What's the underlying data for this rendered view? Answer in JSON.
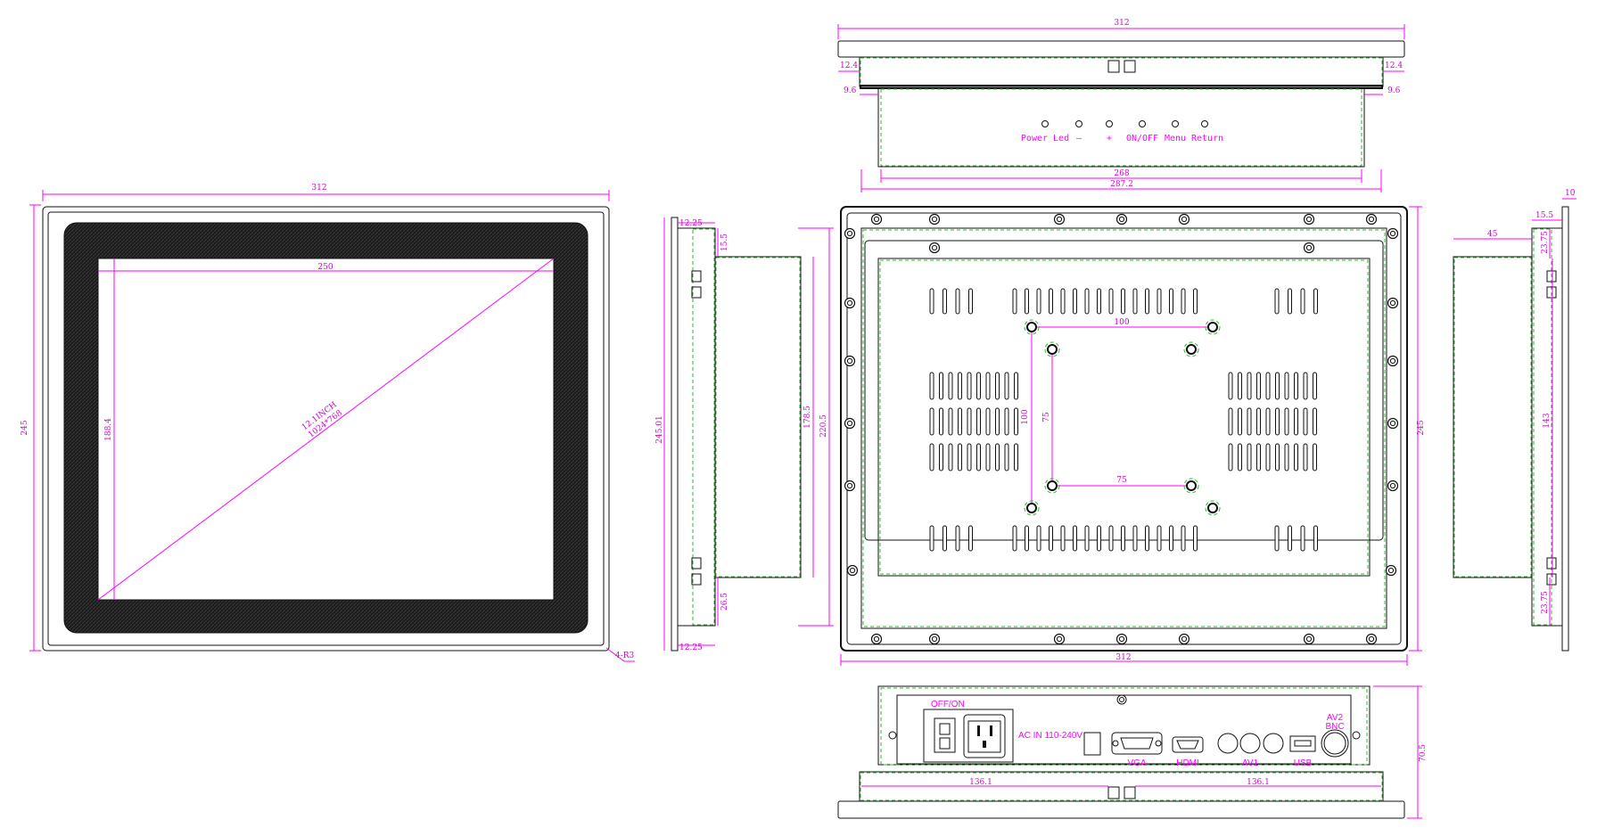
{
  "front": {
    "width": "312",
    "height": "245",
    "screen_w": "250",
    "screen_h": "188.4",
    "diag_1": "12.1INCH",
    "diag_2": "1024*768",
    "corner": "4-R3"
  },
  "side_left": {
    "dim_top": "12.25",
    "dim_bot": "12.25",
    "dim_depth1": "15.5",
    "dim_h_total": "245.01",
    "dim_h1": "220.5",
    "dim_h2": "178.5",
    "dim_bottom": "26.5"
  },
  "top_view": {
    "width": "312",
    "left1": "12.4",
    "right1": "12.4",
    "left2": "9.6",
    "right2": "9.6",
    "w_inner": "268",
    "w_mid": "287.2",
    "buttons": [
      "Power Led",
      "—",
      "+",
      "ON/OFF",
      "Menu",
      "Return"
    ]
  },
  "rear": {
    "width": "312",
    "height": "245",
    "vesa100_h": "100",
    "vesa100_v": "100",
    "vesa75_h": "75",
    "vesa75_v": "75"
  },
  "side_right": {
    "dim_10": "10",
    "dim_15": "15.5",
    "dim_45": "45",
    "dim_23a": "23.75",
    "dim_143": "143",
    "dim_23b": "23.75"
  },
  "bottom_view": {
    "ports": {
      "switch": "OFF/ON",
      "ac": "AC IN 110-240V",
      "vga": "VGA",
      "hdmi": "HDMI",
      "av1": "AV1",
      "usb": "USB",
      "av2_1": "AV2",
      "av2_2": "BNC"
    },
    "dim_left": "136.1",
    "dim_right": "136.1",
    "dim_h": "70.5"
  },
  "colors": {
    "dimension": "#ff00ff",
    "hidden_line": "#2db82d",
    "outline": "#111111"
  }
}
